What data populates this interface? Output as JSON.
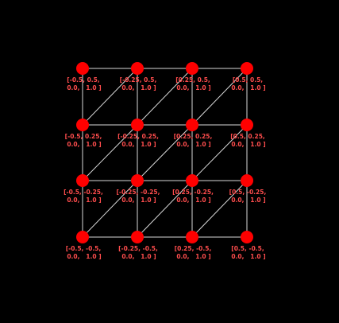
{
  "colors": {
    "background": "#000000",
    "vertex": "#ff0000",
    "edge": "#d9d9d9",
    "label": "#ff4d4d"
  },
  "vertices": [
    {
      "id": "v00",
      "row": 0,
      "col": 0,
      "label_line1": "[-0.5, 0.5,",
      "label_line2": "0.0,   1.0 ]"
    },
    {
      "id": "v01",
      "row": 0,
      "col": 1,
      "label_line1": "[-0.25, 0.5,",
      "label_line2": "0.0,   1.0 ]"
    },
    {
      "id": "v02",
      "row": 0,
      "col": 2,
      "label_line1": "[0.25, 0.5,",
      "label_line2": "0.0,   1.0 ]"
    },
    {
      "id": "v03",
      "row": 0,
      "col": 3,
      "label_line1": "[0.5, 0.5,",
      "label_line2": "0.0,   1.0 ]"
    },
    {
      "id": "v10",
      "row": 1,
      "col": 0,
      "label_line1": "[-0.5, 0.25,",
      "label_line2": "0.0,   1.0 ]"
    },
    {
      "id": "v11",
      "row": 1,
      "col": 1,
      "label_line1": "[-0.25, 0.25,",
      "label_line2": "0.0,   1.0 ]"
    },
    {
      "id": "v12",
      "row": 1,
      "col": 2,
      "label_line1": "[0.25, 0.25,",
      "label_line2": "0.0,   1.0 ]"
    },
    {
      "id": "v13",
      "row": 1,
      "col": 3,
      "label_line1": "[0.5, 0.25,",
      "label_line2": "0.0,   1.0 ]"
    },
    {
      "id": "v20",
      "row": 2,
      "col": 0,
      "label_line1": "[-0.5, -0.25,",
      "label_line2": "0.0,   1.0 ]"
    },
    {
      "id": "v21",
      "row": 2,
      "col": 1,
      "label_line1": "[-0.25, -0.25,",
      "label_line2": "0.0,   1.0 ]"
    },
    {
      "id": "v22",
      "row": 2,
      "col": 2,
      "label_line1": "[0.25, -0.25,",
      "label_line2": "0.0,   1.0 ]"
    },
    {
      "id": "v23",
      "row": 2,
      "col": 3,
      "label_line1": "[0.5, -0.25,",
      "label_line2": "0.0,   1.0 ]"
    },
    {
      "id": "v30",
      "row": 3,
      "col": 0,
      "label_line1": "[-0.5, -0.5,",
      "label_line2": "0.0,   1.0 ]"
    },
    {
      "id": "v31",
      "row": 3,
      "col": 1,
      "label_line1": "[-0.25, -0.5,",
      "label_line2": "0.0,   1.0 ]"
    },
    {
      "id": "v32",
      "row": 3,
      "col": 2,
      "label_line1": "[0.25, -0.5,",
      "label_line2": "0.0,   1.0 ]"
    },
    {
      "id": "v33",
      "row": 3,
      "col": 3,
      "label_line1": "[0.5, -0.5,",
      "label_line2": "0.0,   1.0 ]"
    }
  ]
}
